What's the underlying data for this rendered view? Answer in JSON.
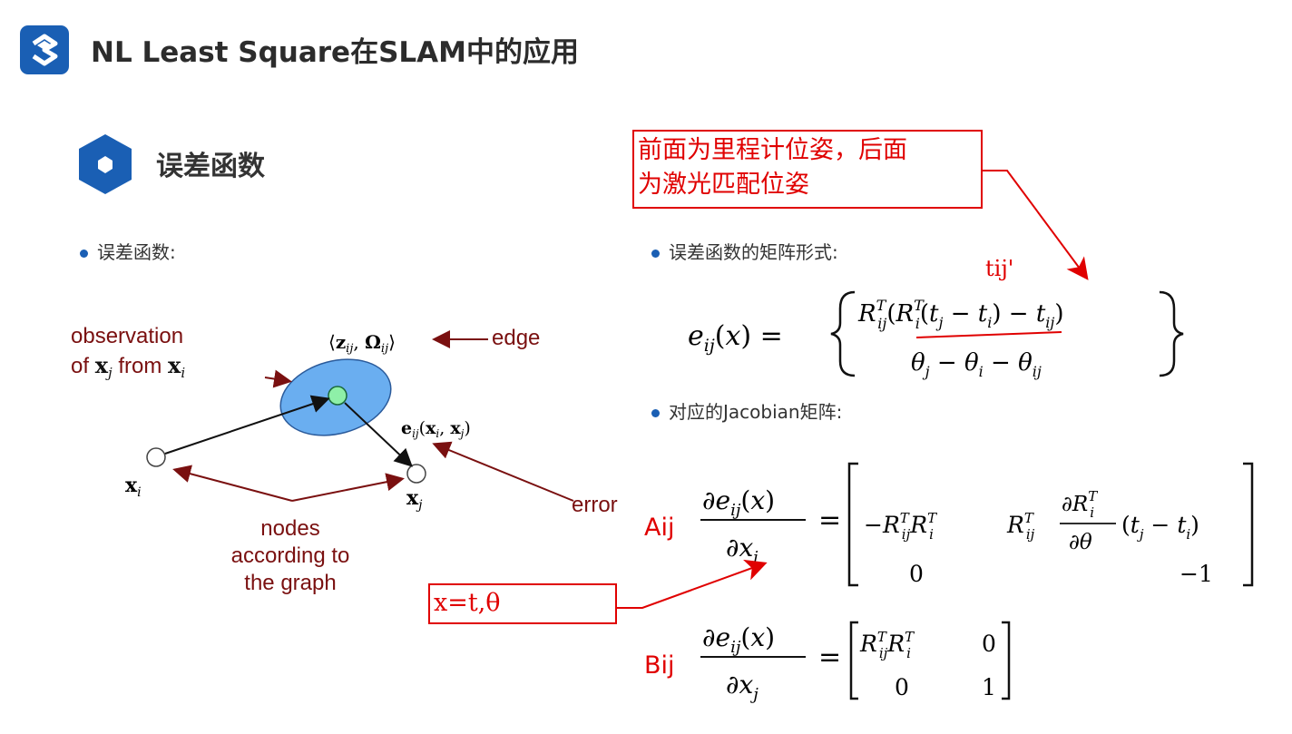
{
  "header": {
    "title": "NL Least Square在SLAM中的应用",
    "logo_icon": "logo-s-icon",
    "accent": "#1a5fb4"
  },
  "section": {
    "title": "误差函数",
    "icon": "hexagon-icon"
  },
  "left": {
    "bullet": "误差函数:",
    "diagram": {
      "observation_line1": "observation",
      "observation_line2_prefix": "of",
      "observation_line2_mid": "from",
      "edge": "edge",
      "error": "error",
      "nodes_line1": "nodes",
      "nodes_line2": "according to",
      "nodes_line3": "the graph"
    }
  },
  "right": {
    "bullet1": "误差函数的矩阵形式:",
    "bullet2": "对应的Jacobian矩阵:",
    "aij_label": "Aij",
    "bij_label": "Bij",
    "tij_prime": "tij'"
  },
  "annotations": {
    "box1_line1": "前面为里程计位姿，后面",
    "box1_line2": "为激光匹配位姿",
    "box2": "x=t,θ",
    "color": "#e00000"
  }
}
